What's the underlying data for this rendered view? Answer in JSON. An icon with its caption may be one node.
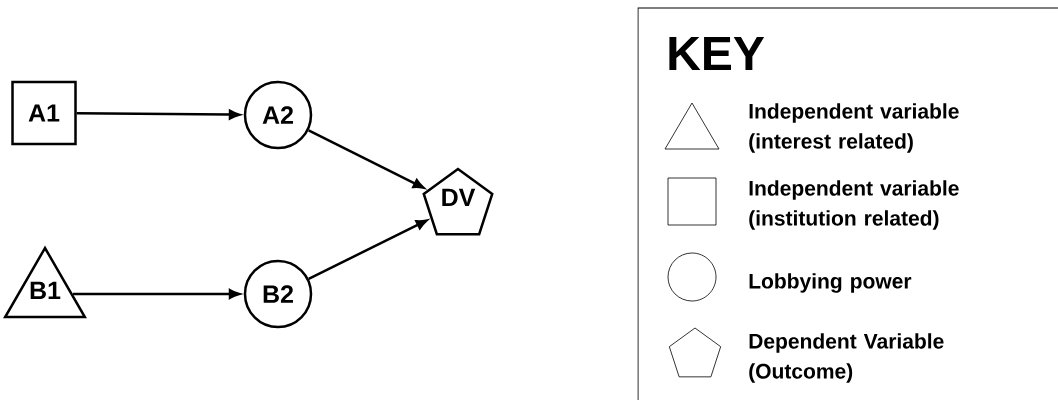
{
  "diagram": {
    "nodes": [
      {
        "text": [
          "A1"
        ]
      },
      {
        "text": [
          "A2"
        ]
      },
      {
        "text": [
          "B1"
        ]
      },
      {
        "text": [
          "B2"
        ]
      },
      {
        "text": [
          "DV"
        ]
      }
    ],
    "edges": [
      {
        "from": 0,
        "to": 1,
        "arrow": "to"
      },
      {
        "from": 2,
        "to": 3,
        "arrow": "to"
      },
      {
        "from": 1,
        "to": 4,
        "arrow": "to"
      },
      {
        "from": 3,
        "to": 4,
        "arrow": "to"
      }
    ],
    "labels": [
      "KEY"
    ],
    "legend": [
      {
        "text": "Independent variable (interest related)"
      },
      {
        "text": "Independent variable (institution related)"
      },
      {
        "text": "Lobbying power"
      },
      {
        "text": "Dependent Variable (Outcome)"
      }
    ]
  }
}
